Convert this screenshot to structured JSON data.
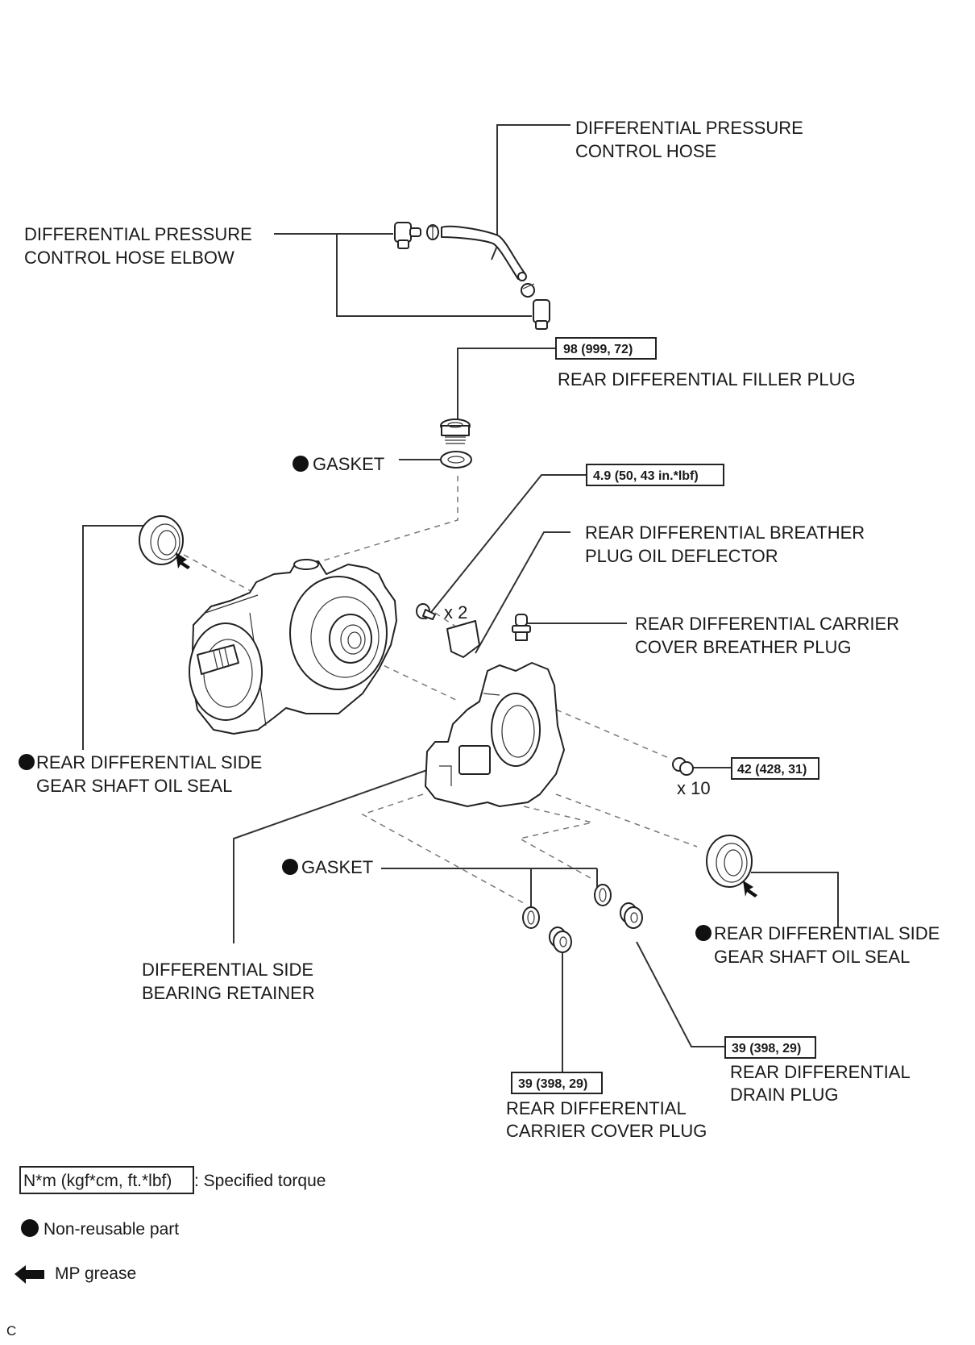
{
  "diagram": {
    "type": "exploded-parts-view",
    "subject": "Rear differential carrier components",
    "parts": [
      {
        "id": "pressure_hose",
        "label_lines": [
          "DIFFERENTIAL PRESSURE",
          "CONTROL HOSE"
        ],
        "non_reusable": false
      },
      {
        "id": "hose_elbow",
        "label_lines": [
          "DIFFERENTIAL PRESSURE",
          "CONTROL HOSE ELBOW"
        ],
        "non_reusable": false
      },
      {
        "id": "filler_plug",
        "label_lines": [
          "REAR DIFFERENTIAL FILLER PLUG"
        ],
        "torque": "98 (999, 72)",
        "non_reusable": false
      },
      {
        "id": "gasket_top",
        "label_lines": [
          "GASKET"
        ],
        "non_reusable": true
      },
      {
        "id": "deflector_bolt",
        "torque": "4.9 (50, 43 in.*lbf)",
        "quantity": "x 2"
      },
      {
        "id": "breather_deflector",
        "label_lines": [
          "REAR DIFFERENTIAL BREATHER",
          "PLUG OIL DEFLECTOR"
        ],
        "non_reusable": false
      },
      {
        "id": "breather_plug",
        "label_lines": [
          "REAR DIFFERENTIAL CARRIER",
          "COVER BREATHER PLUG"
        ],
        "non_reusable": false
      },
      {
        "id": "oil_seal_left",
        "label_lines": [
          "REAR DIFFERENTIAL SIDE",
          "GEAR SHAFT OIL SEAL"
        ],
        "non_reusable": true,
        "mp_grease": true
      },
      {
        "id": "retainer_bolt",
        "torque": "42 (428, 31)",
        "quantity": "x 10"
      },
      {
        "id": "bearing_retainer",
        "label_lines": [
          "DIFFERENTIAL SIDE",
          "BEARING RETAINER"
        ],
        "non_reusable": false
      },
      {
        "id": "gasket_bottom",
        "label_lines": [
          "GASKET"
        ],
        "non_reusable": true
      },
      {
        "id": "oil_seal_right",
        "label_lines": [
          "REAR DIFFERENTIAL SIDE",
          "GEAR SHAFT OIL SEAL"
        ],
        "non_reusable": true,
        "mp_grease": true
      },
      {
        "id": "drain_plug",
        "label_lines": [
          "REAR DIFFERENTIAL",
          "DRAIN PLUG"
        ],
        "torque": "39 (398, 29)",
        "non_reusable": false
      },
      {
        "id": "cover_plug",
        "label_lines": [
          "REAR DIFFERENTIAL",
          "CARRIER COVER PLUG"
        ],
        "torque": "39 (398, 29)",
        "non_reusable": false
      }
    ]
  },
  "labels": {
    "pressure_hose": [
      "DIFFERENTIAL PRESSURE",
      "CONTROL HOSE"
    ],
    "hose_elbow": [
      "DIFFERENTIAL PRESSURE",
      "CONTROL HOSE ELBOW"
    ],
    "filler_plug": "REAR DIFFERENTIAL FILLER PLUG",
    "filler_plug_torque": "98 (999, 72)",
    "gasket_top": "GASKET",
    "deflector_bolt_torque": "4.9 (50, 43 in.*lbf)",
    "deflector_bolt_qty": "x 2",
    "breather_deflector": [
      "REAR DIFFERENTIAL BREATHER",
      "PLUG OIL DEFLECTOR"
    ],
    "breather_plug": [
      "REAR DIFFERENTIAL CARRIER",
      "COVER BREATHER PLUG"
    ],
    "oil_seal_left": [
      "REAR DIFFERENTIAL SIDE",
      "GEAR SHAFT OIL SEAL"
    ],
    "retainer_bolt_torque": "42 (428, 31)",
    "retainer_bolt_qty": "x 10",
    "bearing_retainer": [
      "DIFFERENTIAL SIDE",
      "BEARING RETAINER"
    ],
    "gasket_bottom": "GASKET",
    "oil_seal_right": [
      "REAR DIFFERENTIAL SIDE",
      "GEAR SHAFT OIL SEAL"
    ],
    "drain_plug_torque": "39 (398, 29)",
    "drain_plug": [
      "REAR DIFFERENTIAL",
      "DRAIN PLUG"
    ],
    "cover_plug_torque": "39 (398, 29)",
    "cover_plug": [
      "REAR DIFFERENTIAL",
      "CARRIER COVER PLUG"
    ]
  },
  "legend": {
    "torque_box": "N*m (kgf*cm, ft.*lbf)",
    "torque_text": ": Specified torque",
    "non_reusable": "Non-reusable part",
    "mp_grease": "MP grease"
  },
  "corner_mark": "C",
  "icons": {
    "non_reusable": "filled-circle-icon",
    "mp_grease": "left-arrow-icon"
  }
}
